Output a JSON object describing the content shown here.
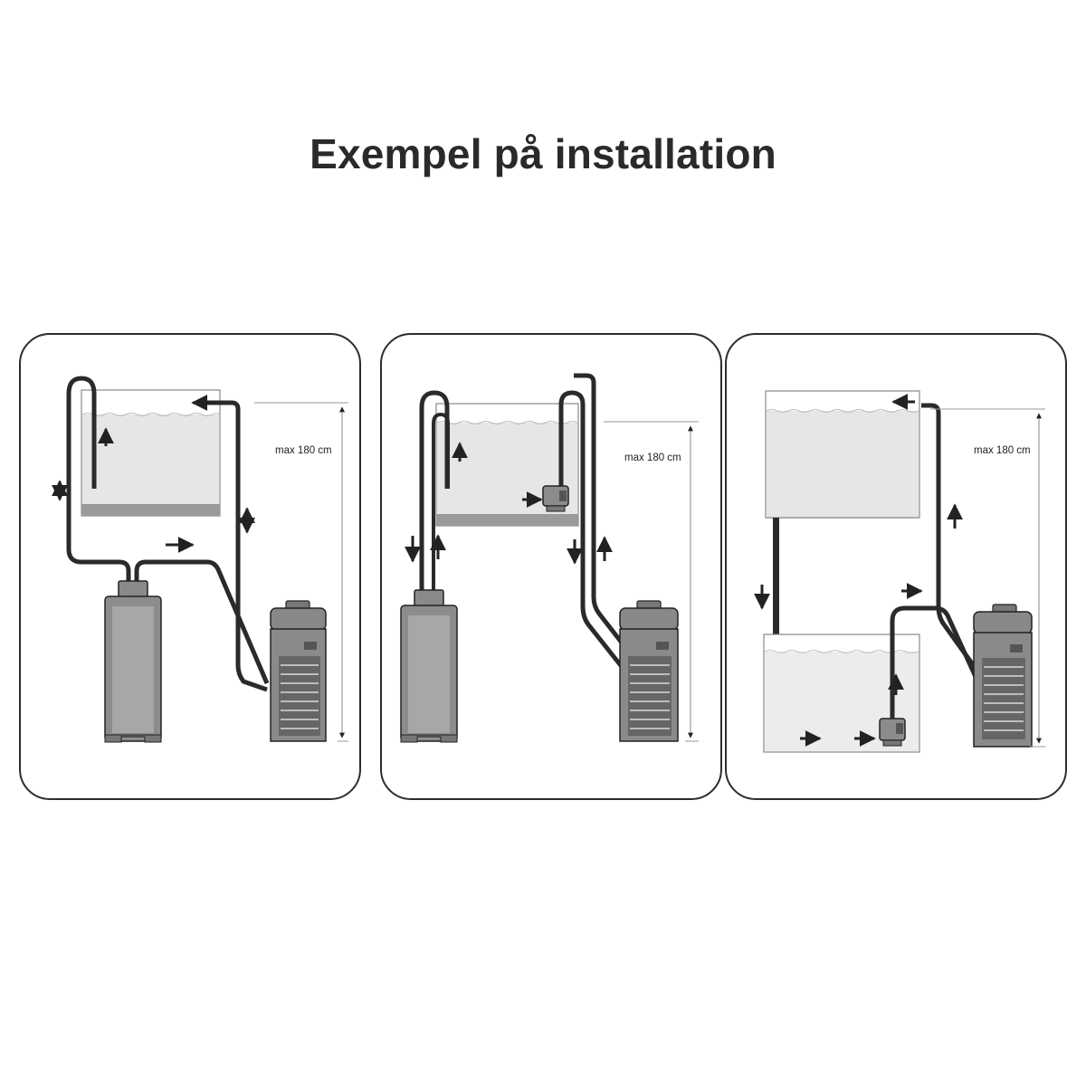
{
  "title": "Exempel på installation",
  "panels": [
    {
      "height_label": "max 180 cm"
    },
    {
      "height_label": "max 180 cm"
    },
    {
      "height_label": "max 180 cm"
    }
  ]
}
